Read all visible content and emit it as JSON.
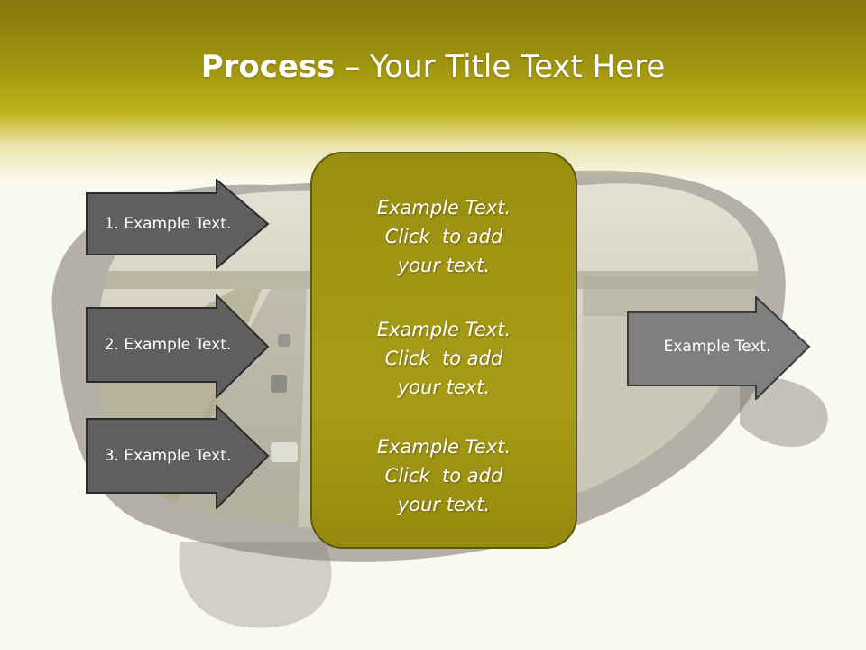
{
  "title": {
    "bold": "Process",
    "rest": " – Your Title Text Here"
  },
  "left_arrows": [
    {
      "label": "1. Example Text."
    },
    {
      "label": "2. Example Text."
    },
    {
      "label": "3. Example Text."
    }
  ],
  "center_box": {
    "paragraphs": [
      {
        "lines": [
          "Example Text.",
          "Click  to add",
          "your text."
        ]
      },
      {
        "lines": [
          "Example Text.",
          "Click  to add",
          "your text."
        ]
      },
      {
        "lines": [
          "Example Text.",
          "Click  to add",
          "your text."
        ]
      }
    ]
  },
  "right_arrow": {
    "label": "Example Text."
  },
  "colors": {
    "header": "#9f930f",
    "box_fill": "#a39711",
    "left_arrow_fill": "#5f5f5f",
    "right_arrow_fill": "#7f7f7f"
  },
  "background_image": {
    "subject": "car side mirror reflecting highway traffic"
  }
}
